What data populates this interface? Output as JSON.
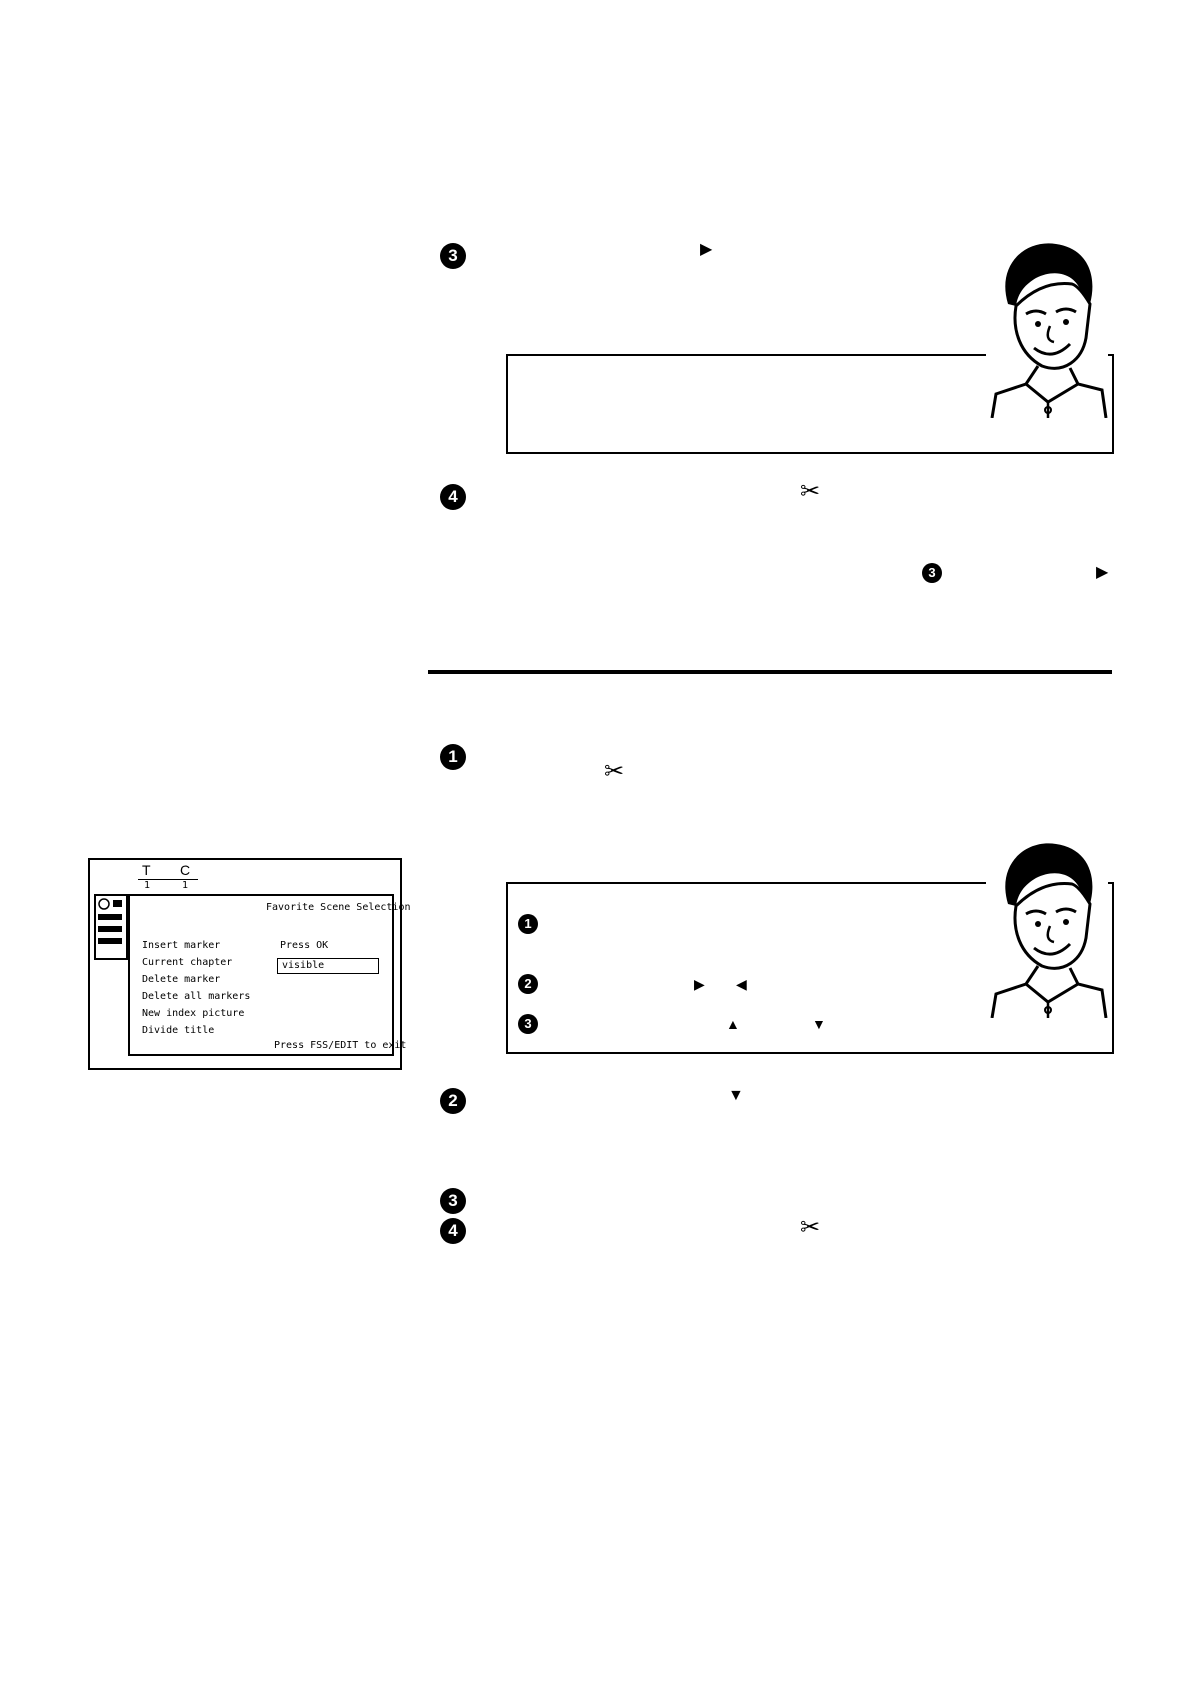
{
  "steps": {
    "s3": "3",
    "s4": "4",
    "s3_inline": "3",
    "s1": "1",
    "s2": "2",
    "s3b": "3",
    "s4b": "4",
    "tip_s1": "1",
    "tip_s2": "2",
    "tip_s3": "3"
  },
  "glyphs": {
    "play_right": "▶",
    "play_left": "◀",
    "up": "▲",
    "down": "▼",
    "scissors": "✂"
  },
  "osd": {
    "header_t": "T",
    "header_c": "C",
    "header_t_val": "1",
    "header_c_val": "1",
    "title": "Favorite Scene Selection",
    "menu": [
      "Insert marker",
      "Current chapter",
      "Delete marker",
      "Delete all markers",
      "New index picture",
      "Divide title"
    ],
    "press_ok": "Press OK",
    "field_value": "visible",
    "footer": "Press FSS/EDIT to exit"
  }
}
